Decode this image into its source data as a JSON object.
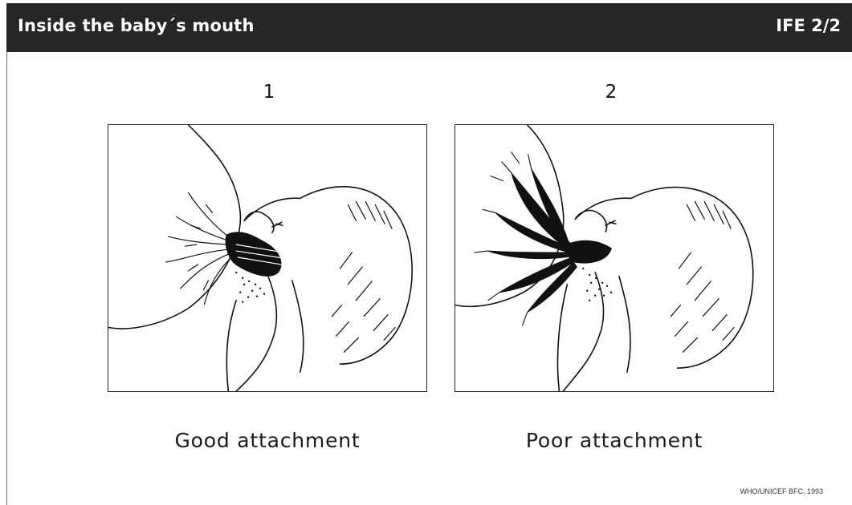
{
  "header": {
    "title": "Inside the baby´s mouth",
    "code": "IFE 2/2"
  },
  "panels": [
    {
      "number": "1",
      "caption": "Good attachment"
    },
    {
      "number": "2",
      "caption": "Poor attachment"
    }
  ],
  "credit": "WHO/UNICEF BFC, 1993"
}
